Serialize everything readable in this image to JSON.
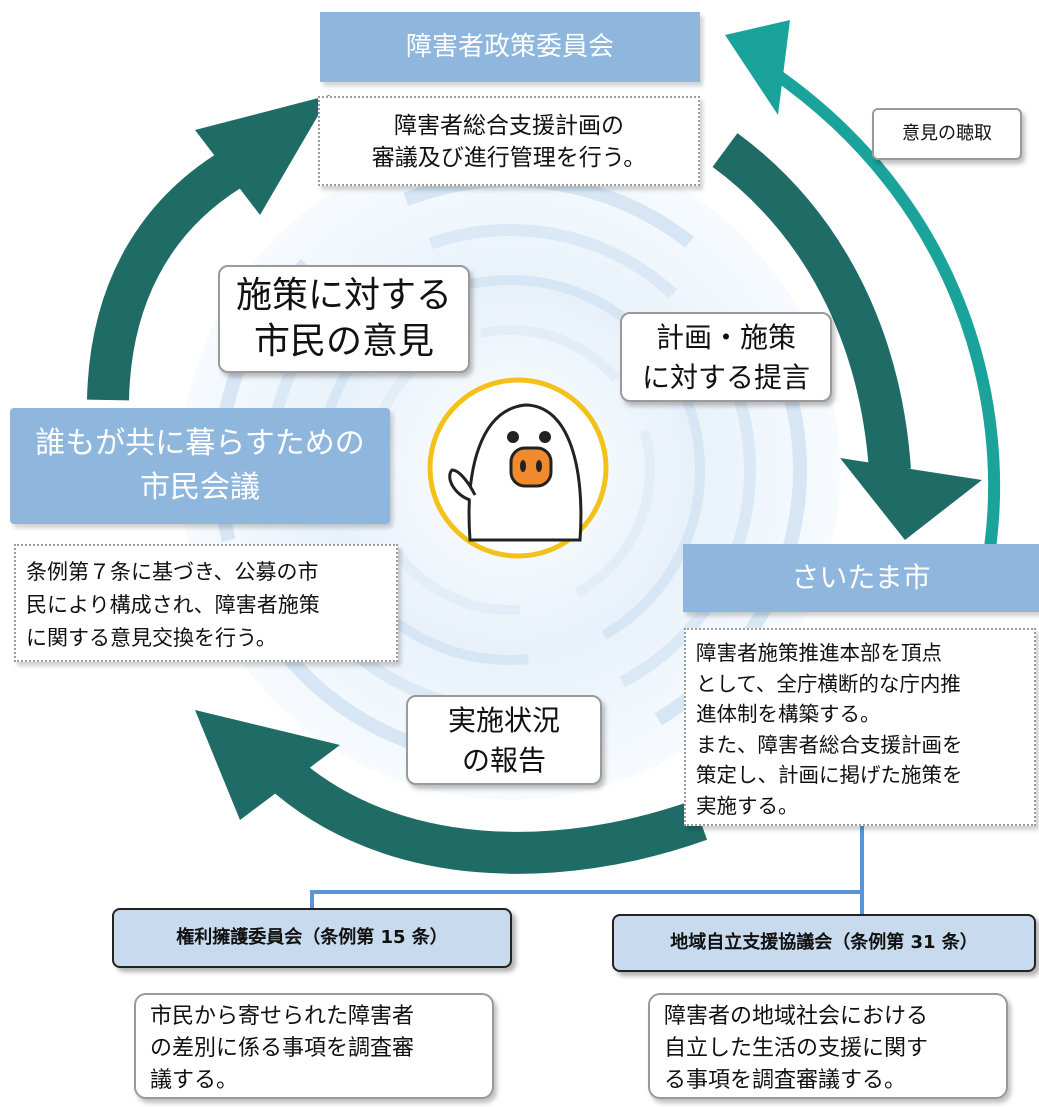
{
  "nodes": {
    "policy_committee": {
      "title": "障害者政策委員会",
      "description": "障害者総合支援計画の\n審議及び進行管理を行う。"
    },
    "citizen_council": {
      "title": "誰もが共に暮らすための\n市民会議",
      "description": "条例第７条に基づき、公募の市\n民により構成され、障害者施策\nに関する意見交換を行う。"
    },
    "saitama_city": {
      "title": "さいたま市",
      "description": "障害者施策推進本部を頂点\nとして、全庁横断的な庁内推\n進体制を構築する。\nまた、障害者総合支援計画を\n策定し、計画に掲げた施策を\n実施する。"
    },
    "rights_committee": {
      "title": "権利擁護委員会（条例第 15 条）",
      "description": "市民から寄せられた障害者\nの差別に係る事項を調査審\n議する。"
    },
    "regional_council": {
      "title": "地域自立支援協議会（条例第 31 条）",
      "description": "障害者の地域社会における\n自立した生活の支援に関す\nる事項を調査審議する。"
    }
  },
  "flows": {
    "opinion_hearing": "意見の聴取",
    "citizen_opinions": "施策に対する\n市民の意見",
    "proposals": "計画・施策\nに対する提言",
    "status_report": "実施状況\nの報告"
  },
  "colors": {
    "title_blue": "#8fb6dd",
    "committee_blue": "#c8daee",
    "arrow_dark_teal": "#1f6b66",
    "arrow_teal": "#1aa39a",
    "connector_blue": "#5b95d6",
    "swirl_blue": "#d6e6f4"
  },
  "icons": {
    "center_mascot": "bird-mascot-icon"
  }
}
